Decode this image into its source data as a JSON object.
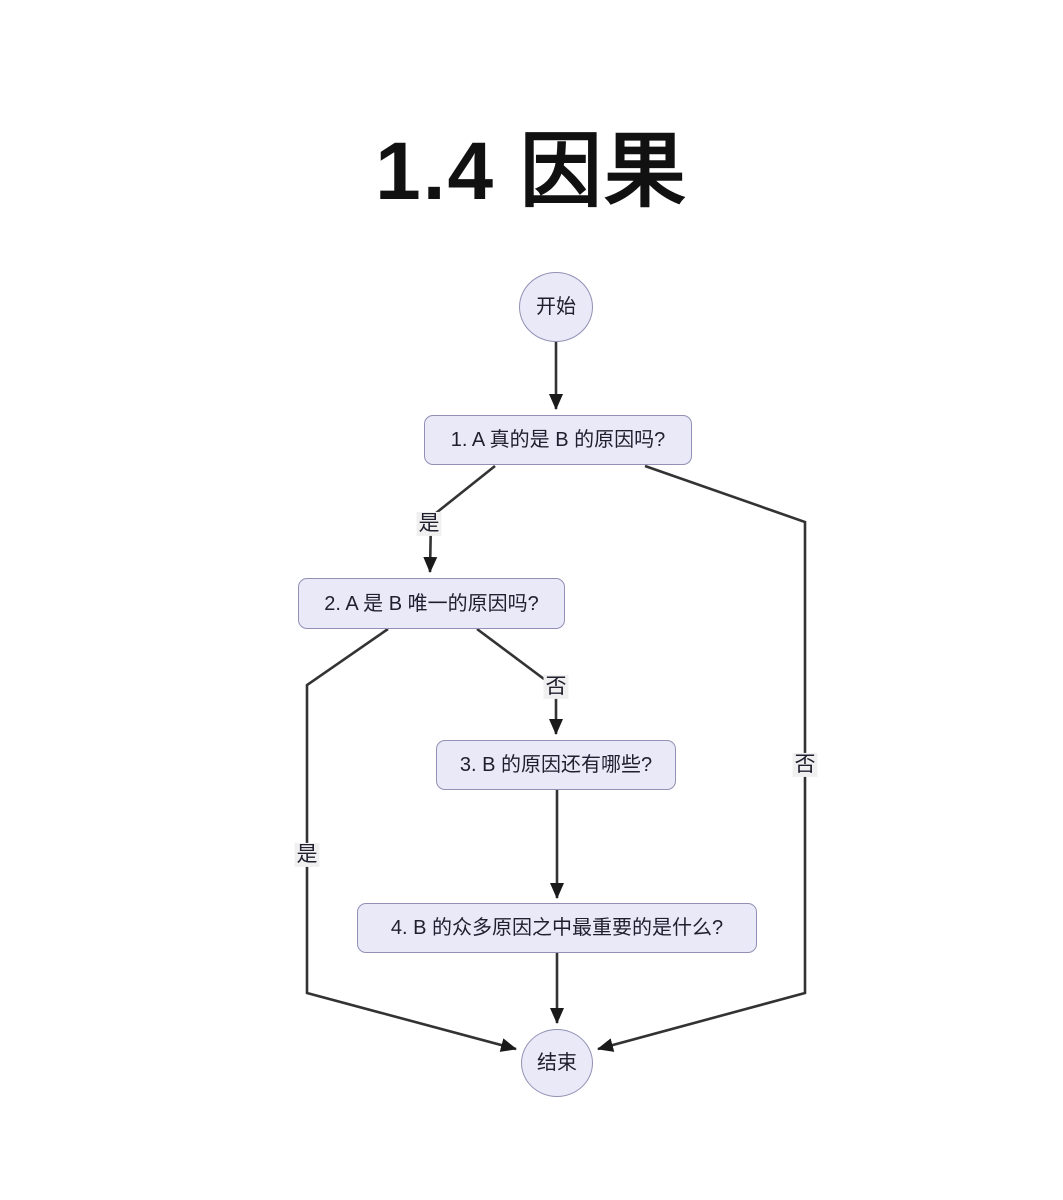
{
  "title": "1.4 因果",
  "colors": {
    "background": "#ffffff",
    "node_fill": "#e9e9f8",
    "node_border": "#9291b5",
    "node_text": "#1f1f2e",
    "edge_line": "#333333",
    "arrowhead": "#1a1a1a",
    "edge_label_bg": "#f0f0f0",
    "title_text": "#111111"
  },
  "flowchart": {
    "type": "flowchart",
    "nodes": [
      {
        "id": "start",
        "shape": "circle",
        "label": "开始"
      },
      {
        "id": "q1",
        "shape": "rounded-box",
        "label": "1. A 真的是 B 的原因吗?"
      },
      {
        "id": "q2",
        "shape": "rounded-box",
        "label": "2. A 是 B 唯一的原因吗?"
      },
      {
        "id": "q3",
        "shape": "rounded-box",
        "label": "3. B 的原因还有哪些?"
      },
      {
        "id": "q4",
        "shape": "rounded-box",
        "label": "4. B 的众多原因之中最重要的是什么?"
      },
      {
        "id": "end",
        "shape": "circle",
        "label": "结束"
      }
    ],
    "edges": [
      {
        "from": "start",
        "to": "q1",
        "label": ""
      },
      {
        "from": "q1",
        "to": "q2",
        "label": "是"
      },
      {
        "from": "q1",
        "to": "end",
        "label": "否"
      },
      {
        "from": "q2",
        "to": "q3",
        "label": "否"
      },
      {
        "from": "q2",
        "to": "end",
        "label": "是"
      },
      {
        "from": "q3",
        "to": "q4",
        "label": ""
      },
      {
        "from": "q4",
        "to": "end",
        "label": ""
      }
    ]
  }
}
